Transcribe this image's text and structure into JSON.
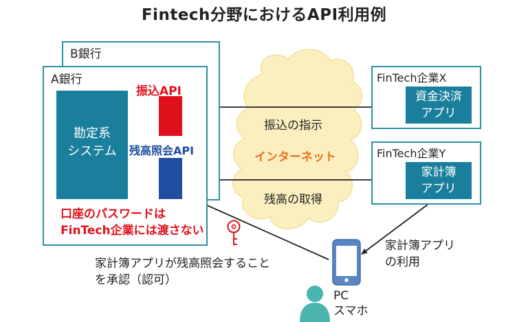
{
  "title": "Fintech分野におけるAPI利用例",
  "bank_b": {
    "label": "B銀行"
  },
  "bank_a": {
    "label": "A銀行",
    "core_system": {
      "line1": "勘定系",
      "line2": "システム"
    },
    "transfer_api": "振込API",
    "balance_api": "残高照会API",
    "password_note": {
      "line1": "口座のパスワードは",
      "line2": "FinTech企業には渡さない"
    }
  },
  "internet": {
    "label": "インターネット",
    "transfer_instruction": "振込の指示",
    "balance_retrieval": "残高の取得"
  },
  "company_x": {
    "label": "FinTech企業X",
    "app_line1": "資金決済",
    "app_line2": "アプリ"
  },
  "company_y": {
    "label": "FinTech企業Y",
    "app_line1": "家計簿",
    "app_line2": "アプリ"
  },
  "user": {
    "consent_line1": "家計簿アプリが残高照会すること",
    "consent_line2": "を承認（認可）",
    "app_usage_line1": "家計簿アプリ",
    "app_usage_line2": "の利用",
    "device_line1": "PC",
    "device_line2": "スマホ"
  },
  "colors": {
    "teal": "#1a7f9c",
    "frame": "#2b8fa6",
    "red": "#e0101a",
    "blue": "#1f4ea1",
    "orange": "#e8701c",
    "cloud": "#fbefc0"
  },
  "icons": [
    "key-icon",
    "smartphone-icon",
    "person-icon"
  ]
}
